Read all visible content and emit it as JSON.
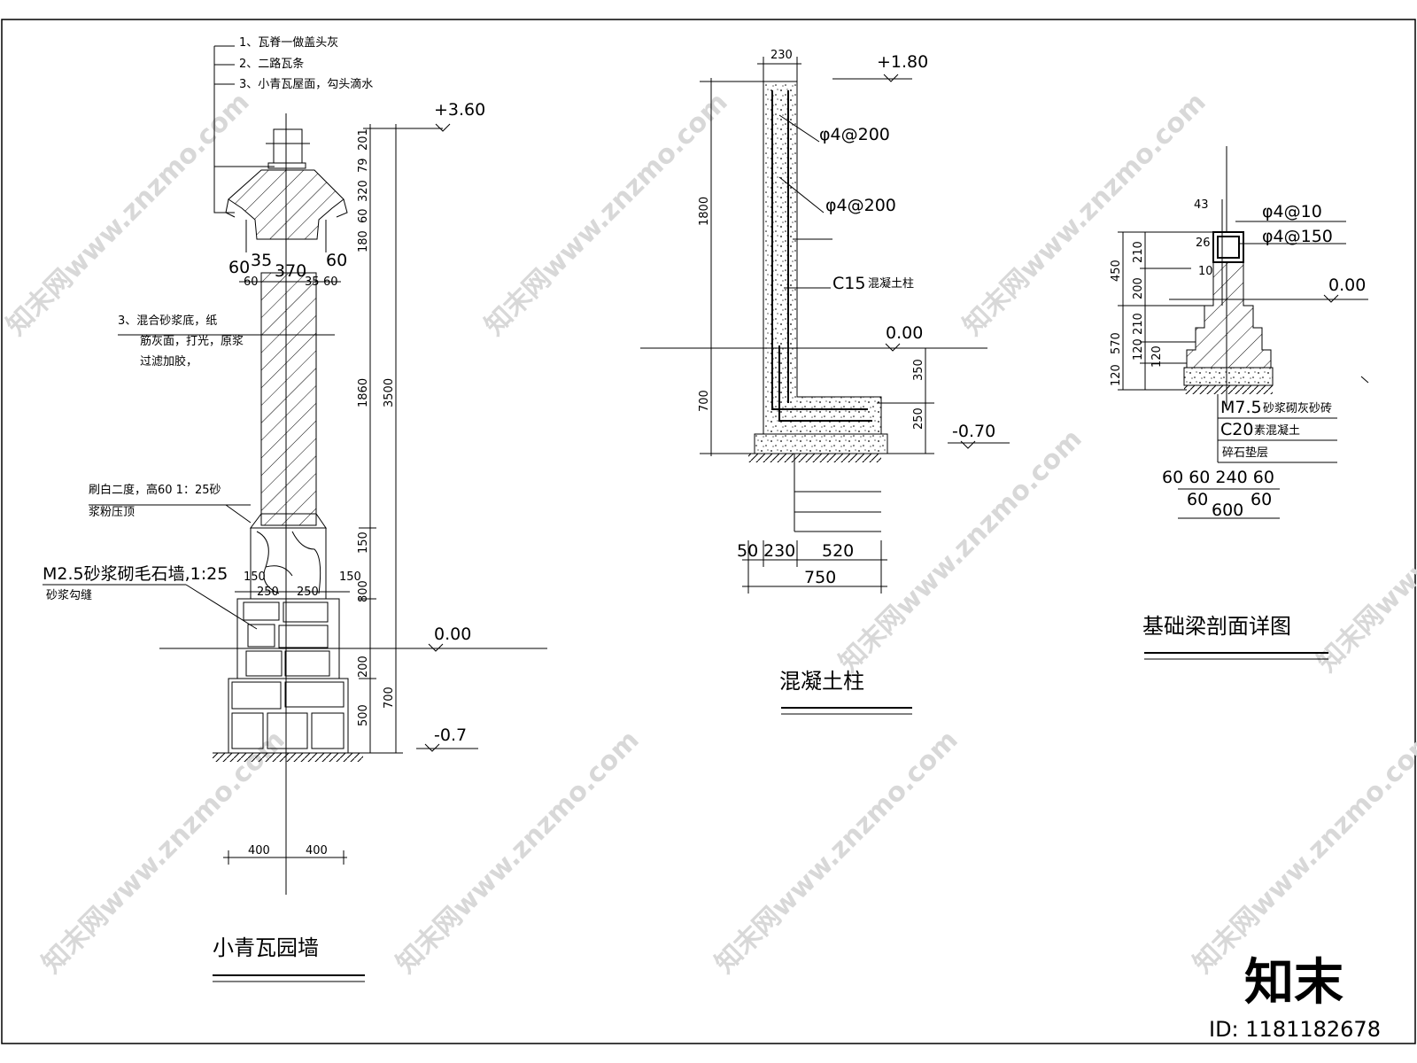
{
  "left_drawing": {
    "title": "小青瓦园墙",
    "notes": [
      "1、瓦脊一做盖头灰",
      "2、二路瓦条",
      "3、小青瓦屋面，勾头滴水"
    ],
    "plaster_note": [
      "3、混合砂浆底，纸",
      "筋灰面，打光，原浆",
      "过滤加胶，"
    ],
    "coping_note": [
      "刷白二度，高60 1：25砂",
      "浆粉压顶"
    ],
    "stone_note": [
      "M2.5砂浆砌毛石墙,1:25",
      "砂浆勾缝"
    ],
    "elev_top": "+3.60",
    "elev_zero": "0.00",
    "elev_bottom": "-0.7",
    "dims_v_inner": [
      "201",
      "79",
      "320",
      "60",
      "180",
      "1860",
      "150",
      "800",
      "200",
      "500"
    ],
    "dims_v_outer": [
      "3500",
      "700"
    ],
    "dims_top": [
      "60",
      "35",
      "370",
      "60",
      "60",
      "35",
      "60"
    ],
    "dims_foot": [
      "150",
      "250",
      "250",
      "150"
    ],
    "dims_bottom": [
      "400",
      "400"
    ]
  },
  "middle_drawing": {
    "title": "混凝土柱",
    "dim_top": "230",
    "elev_top": "+1.80",
    "elev_zero": "0.00",
    "elev_bottom": "-0.70",
    "rebar_1": "φ4@200",
    "rebar_2": "φ4@200",
    "concrete": "C15",
    "concrete_label": "混凝土柱",
    "dims_left": [
      "1800",
      "700"
    ],
    "dims_right": [
      "350",
      "250"
    ],
    "dims_bottom": [
      "50",
      "230",
      "520"
    ],
    "dim_total": "750"
  },
  "right_drawing": {
    "title": "基础梁剖面详图",
    "rebar_1": "φ4@10",
    "rebar_2": "φ4@150",
    "elev_zero": "0.00",
    "dims_top": [
      "43",
      "26",
      "10"
    ],
    "dims_left_inner": [
      "210",
      "200",
      "210",
      "120",
      "120"
    ],
    "dims_left_outer": [
      "450",
      "570",
      "120"
    ],
    "layers": [
      "M7.5",
      "砂浆砌灰砂砖",
      "C20",
      "素混凝土",
      "碎石垫层"
    ],
    "dims_bottom_row1": "60 60 240 60",
    "dims_bottom_row2": [
      "60",
      "60"
    ],
    "dim_total": "600"
  },
  "watermark": {
    "text": "知末网www.znzmo.com",
    "logo": "知末",
    "id_label": "ID: 1181182678"
  }
}
